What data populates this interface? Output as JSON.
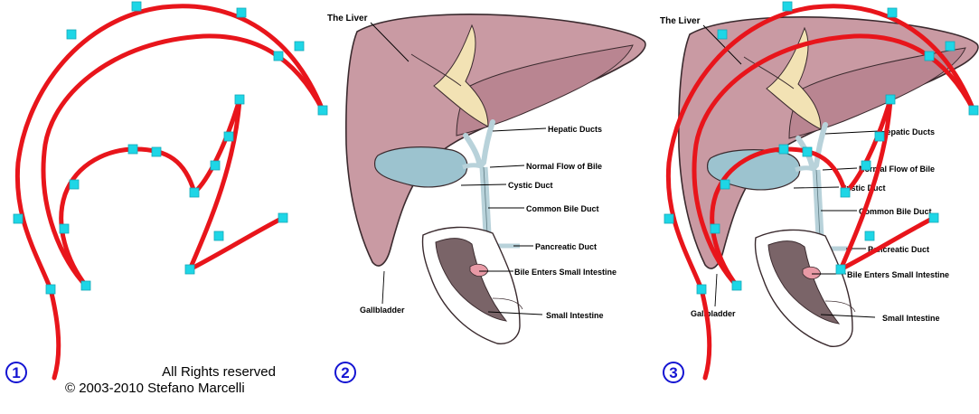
{
  "panels": [
    {
      "number": "1"
    },
    {
      "number": "2"
    },
    {
      "number": "3"
    }
  ],
  "labels": {
    "liver": "The Liver",
    "hepatic_ducts": "Hepatic Ducts",
    "normal_flow": "Normal Flow of Bile",
    "cystic_duct": "Cystic Duct",
    "common_bile_duct": "Common Bile Duct",
    "pancreatic_duct": "Pancreatic Duct",
    "bile_enters": "Bile Enters Small Intestine",
    "gallbladder": "Gallbladder",
    "small_intestine": "Small Intestine"
  },
  "credit": {
    "line1": "All Rights reserved",
    "line2": "© 2003-2010 Stefano Marcelli"
  },
  "colors": {
    "curve": "#e8151b",
    "node": "#1ed6e6",
    "liver": "#c99aa3",
    "duct": "#b8d2da",
    "number": "#1414d2"
  }
}
